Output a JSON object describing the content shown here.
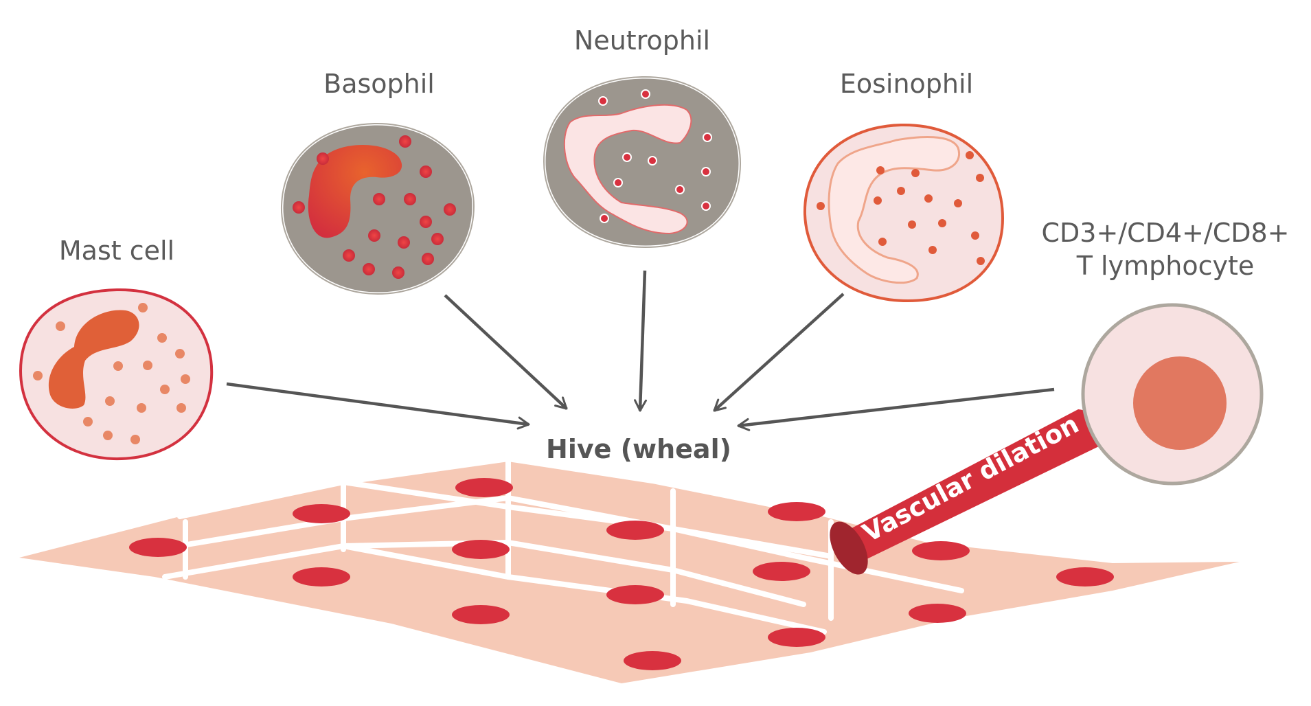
{
  "labels": {
    "mast_cell": "Mast cell",
    "basophil": "Basophil",
    "neutrophil": "Neutrophil",
    "eosinophil": "Eosinophil",
    "t_cell_line1": "CD3+/CD4+/CD8+",
    "t_cell_line2": "T lymphocyte",
    "hive": "Hive (wheal)",
    "vessel": "Vascular dilation"
  },
  "colors": {
    "arrow": "#555555",
    "tissue": "#f6c9b6",
    "tissue_nucleus": "#d8313f",
    "vessel": "#d42f3b",
    "vessel_end": "#a0252e",
    "granule_grey_cell": "#9c968e",
    "mast_border": "#d3313f",
    "eosinophil_border": "#e05a3a",
    "neutral_border": "#ada79e",
    "cell_fill_pink": "#f7e1e1"
  }
}
